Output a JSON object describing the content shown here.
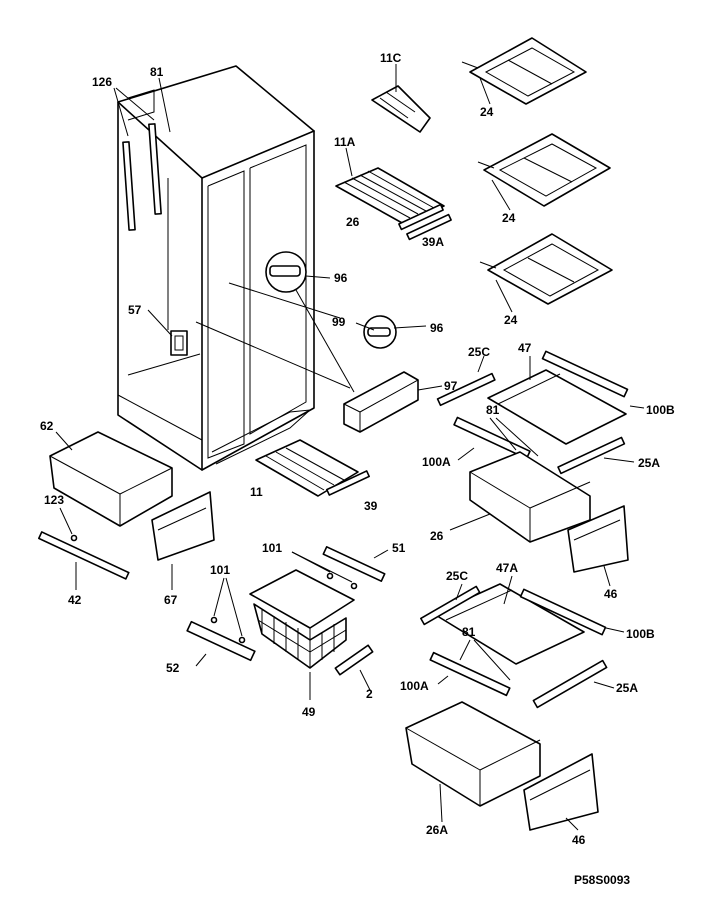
{
  "diagram": {
    "code": "P58S0093",
    "labels": {
      "l126": "126",
      "l81a": "81",
      "l11c": "11C",
      "l24a": "24",
      "l24b": "24",
      "l24c": "24",
      "l11a": "11A",
      "l26a": "26",
      "l39a": "39A",
      "l96a": "96",
      "l57": "57",
      "l99": "99",
      "l96b": "96",
      "l97": "97",
      "l25c1": "25C",
      "l47": "47",
      "l100b1": "100B",
      "l81b": "81",
      "l62": "62",
      "l100a1": "100A",
      "l25a1": "25A",
      "l11": "11",
      "l39": "39",
      "l123": "123",
      "l26b": "26",
      "l42": "42",
      "l67": "67",
      "l101a": "101",
      "l51": "51",
      "l101b": "101",
      "l46a": "46",
      "l25c2": "25C",
      "l47a": "47A",
      "l100b2": "100B",
      "l81c": "81",
      "l52": "52",
      "l2": "2",
      "l100a2": "100A",
      "l25a2": "25A",
      "l49": "49",
      "l26a2": "26A",
      "l46b": "46"
    }
  }
}
